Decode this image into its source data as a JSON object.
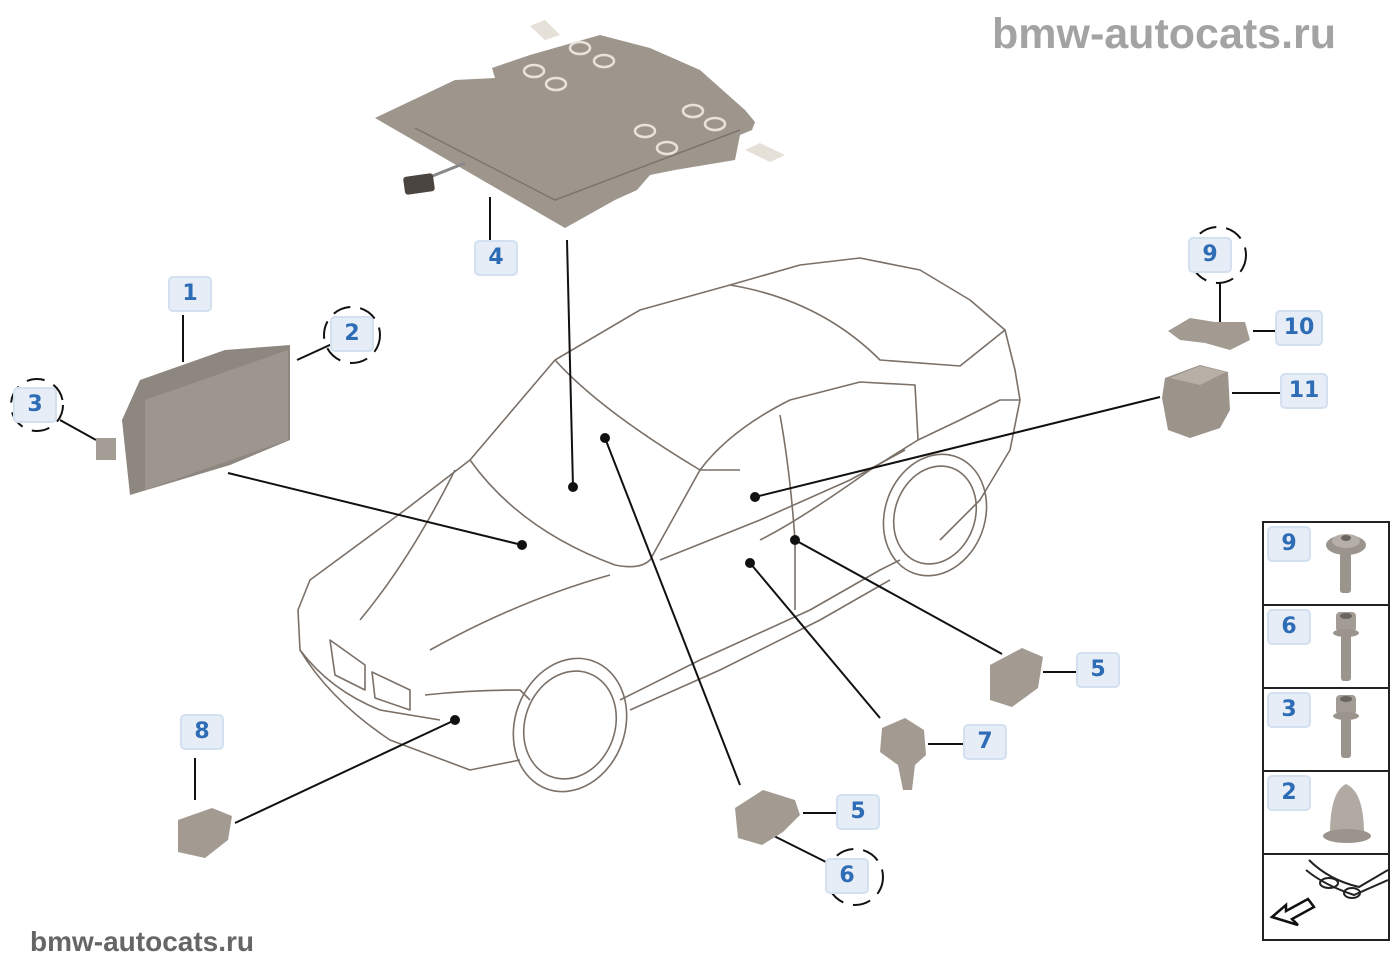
{
  "watermark": {
    "top": "bmw-autocats.ru",
    "bottom": "bmw-autocats.ru"
  },
  "colors": {
    "callout_bg": "#e6edf6",
    "callout_border": "#d3e0ef",
    "callout_text": "#2e6cb5",
    "part_fill": "#a8a097",
    "car_outline": "#7a7068",
    "leader_line": "#111111"
  },
  "callouts": [
    {
      "id": "c1",
      "label": "1",
      "part": "control-unit",
      "dashed_circle": false
    },
    {
      "id": "c2",
      "label": "2",
      "part": "nut",
      "dashed_circle": true
    },
    {
      "id": "c3",
      "label": "3",
      "part": "bolt",
      "dashed_circle": true
    },
    {
      "id": "c4",
      "label": "4",
      "part": "seat-occupancy-mat",
      "dashed_circle": false
    },
    {
      "id": "c5a",
      "label": "5",
      "part": "sensor-bracket",
      "dashed_circle": false
    },
    {
      "id": "c5b",
      "label": "5",
      "part": "sensor-bracket",
      "dashed_circle": false
    },
    {
      "id": "c6",
      "label": "6",
      "part": "bolt",
      "dashed_circle": true
    },
    {
      "id": "c7",
      "label": "7",
      "part": "acceleration-sensor",
      "dashed_circle": false
    },
    {
      "id": "c8",
      "label": "8",
      "part": "front-sensor",
      "dashed_circle": false
    },
    {
      "id": "c9",
      "label": "9",
      "part": "screw",
      "dashed_circle": true
    },
    {
      "id": "c10",
      "label": "10",
      "part": "holder",
      "dashed_circle": false
    },
    {
      "id": "c11",
      "label": "11",
      "part": "sensor-clip",
      "dashed_circle": false
    }
  ],
  "legend": {
    "items": [
      {
        "label": "9",
        "icon": "collar-screw-icon"
      },
      {
        "label": "6",
        "icon": "hex-socket-bolt-icon"
      },
      {
        "label": "3",
        "icon": "hex-socket-bolt-icon"
      },
      {
        "label": "2",
        "icon": "cap-nut-icon"
      },
      {
        "label": "",
        "icon": "front-direction-arrow-icon"
      }
    ]
  }
}
